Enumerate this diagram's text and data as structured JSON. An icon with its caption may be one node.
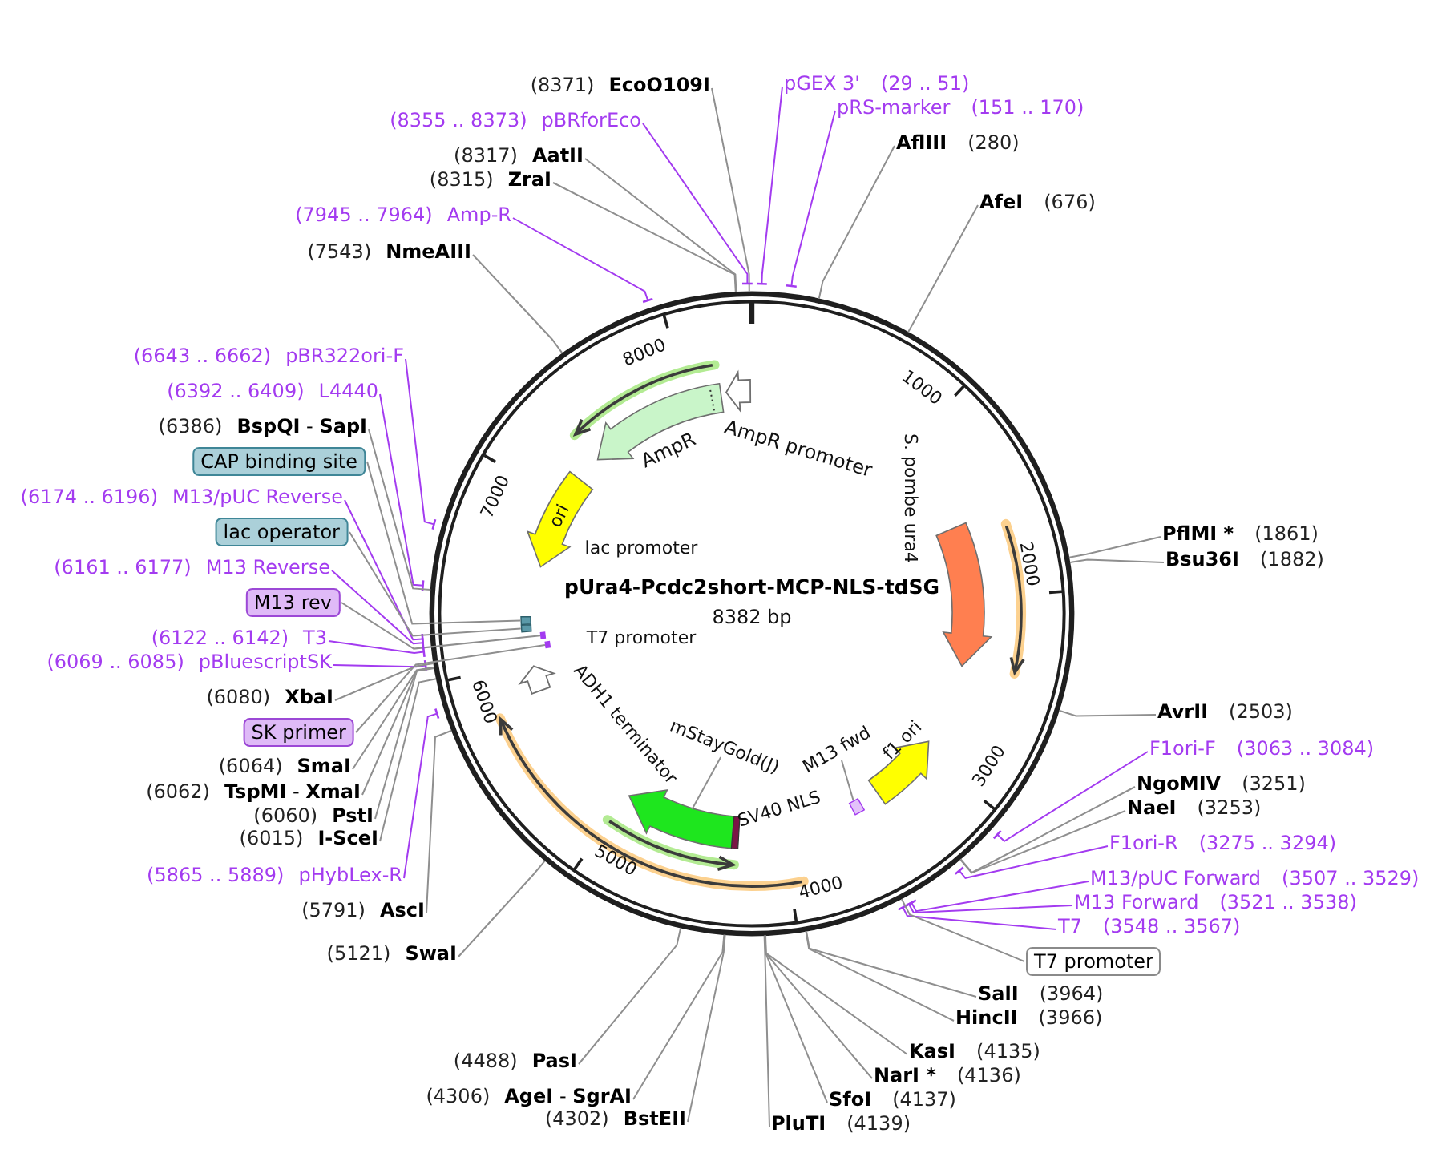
{
  "diagram": {
    "title": "pUra4-Pcdc2short-MCP-NLS-tdSG",
    "nodes": [
      {
        "text": [
          "(8371)",
          "EcoO109I"
        ]
      },
      {
        "text": [
          "pGEX 3'",
          "(29 .. 51)"
        ]
      },
      {
        "text": [
          "(8355 .. 8373)",
          "pBRforEco"
        ]
      },
      {
        "text": [
          "pRS-marker",
          "(151 .. 170)"
        ]
      },
      {
        "text": [
          "(8317)",
          "AatII"
        ]
      },
      {
        "text": [
          "AflIII",
          "(280)"
        ]
      },
      {
        "text": [
          "(8315)",
          "ZraI"
        ]
      },
      {
        "text": [
          "(7945 .. 7964)",
          "Amp-R"
        ]
      },
      {
        "text": [
          "AfeI",
          "(676)"
        ]
      },
      {
        "text": [
          "(7543)",
          "NmeAIII"
        ]
      },
      {
        "text": [
          "(6643 .. 6662)",
          "pBR322ori-F"
        ]
      },
      {
        "text": [
          "(6392 .. 6409)",
          "L4440"
        ]
      },
      {
        "text": [
          "(6386)",
          "**BspQI** - **SapI**"
        ]
      },
      {
        "text": [
          "CAP binding site"
        ]
      },
      {
        "text": [
          "(6174 .. 6196)",
          "M13/pUC Reverse"
        ]
      },
      {
        "text": [
          "lac operator"
        ]
      },
      {
        "text": [
          "(6161 .. 6177)",
          "M13 Reverse"
        ]
      },
      {
        "text": [
          "M13 rev"
        ]
      },
      {
        "text": [
          "(6122 .. 6142)",
          "T3"
        ]
      },
      {
        "text": [
          "(6069 .. 6085)",
          "pBluescriptSK"
        ]
      },
      {
        "text": [
          "(6080)",
          "XbaI"
        ]
      },
      {
        "text": [
          "SK primer"
        ]
      },
      {
        "text": [
          "(6064)",
          "SmaI"
        ]
      },
      {
        "text": [
          "(6062)",
          "**TspMI** - **XmaI**"
        ]
      },
      {
        "text": [
          "(6060)",
          "PstI"
        ]
      },
      {
        "text": [
          "(6015)",
          "I-SceI"
        ]
      },
      {
        "text": [
          "(5865 .. 5889)",
          "pHybLex-R"
        ]
      },
      {
        "text": [
          "(5791)",
          "AscI"
        ]
      },
      {
        "text": [
          "(5121)",
          "SwaI"
        ]
      },
      {
        "text": [
          "PflMI *",
          "(1861)"
        ]
      },
      {
        "text": [
          "Bsu36I",
          "(1882)"
        ]
      },
      {
        "text": [
          "AvrII",
          "(2503)"
        ]
      },
      {
        "text": [
          "F1ori-F",
          "(3063 .. 3084)"
        ]
      },
      {
        "text": [
          "NgoMIV",
          "(3251)"
        ]
      },
      {
        "text": [
          "NaeI",
          "(3253)"
        ]
      },
      {
        "text": [
          "F1ori-R",
          "(3275 .. 3294)"
        ]
      },
      {
        "text": [
          "M13/pUC Forward",
          "(3507 .. 3529)"
        ]
      },
      {
        "text": [
          "M13 Forward",
          "(3521 .. 3538)"
        ]
      },
      {
        "text": [
          "T7",
          "(3548 .. 3567)"
        ]
      },
      {
        "text": [
          "T7 promoter"
        ]
      },
      {
        "text": [
          "SalI",
          "(3964)"
        ]
      },
      {
        "text": [
          "HincII",
          "(3966)"
        ]
      },
      {
        "text": [
          "KasI",
          "(4135)"
        ]
      },
      {
        "text": [
          "NarI *",
          "(4136)"
        ]
      },
      {
        "text": [
          "SfoI",
          "(4137)"
        ]
      },
      {
        "text": [
          "PluTI",
          "(4139)"
        ]
      },
      {
        "text": [
          "(4488)",
          "PasI"
        ]
      },
      {
        "text": [
          "(4306)",
          "**AgeI** - **SgrAI**"
        ]
      },
      {
        "text": [
          "(4302)",
          "BstEII"
        ]
      },
      {
        "text": [
          "mStayGold(J)"
        ]
      },
      {
        "text": [
          "M13 fwd"
        ]
      },
      {
        "text": [],
        "shape": "bar"
      },
      {
        "text": [],
        "shape": "bar"
      },
      {
        "text": [],
        "shape": "bar"
      },
      {
        "text": [],
        "shape": "bar"
      },
      {
        "text": [],
        "shape": "bar"
      }
    ],
    "edges": [
      {
        "from": 0,
        "to": null,
        "arrow": "none"
      },
      {
        "from": 1,
        "to": null,
        "arrow": "other",
        "color": "#a33bf0"
      },
      {
        "from": 2,
        "to": null,
        "arrow": "other",
        "color": "#a33bf0"
      },
      {
        "from": 3,
        "to": null,
        "arrow": "other",
        "color": "#a33bf0"
      },
      {
        "from": 4,
        "to": null,
        "arrow": "none"
      },
      {
        "from": 5,
        "to": null,
        "arrow": "none"
      },
      {
        "from": 6,
        "to": null,
        "arrow": "none"
      },
      {
        "from": 7,
        "to": null,
        "arrow": "other",
        "color": "#a33bf0"
      },
      {
        "from": 8,
        "to": null,
        "arrow": "none"
      },
      {
        "from": 9,
        "to": null,
        "arrow": "none"
      },
      {
        "from": 10,
        "to": null,
        "arrow": "other",
        "color": "#a33bf0"
      },
      {
        "from": 11,
        "to": null,
        "arrow": "other",
        "color": "#a33bf0"
      },
      {
        "from": 12,
        "to": null,
        "arrow": "none"
      },
      {
        "from": 13,
        "to": 51,
        "arrow": "none"
      },
      {
        "from": 14,
        "to": null,
        "arrow": "other",
        "color": "#a33bf0"
      },
      {
        "from": 15,
        "to": 52,
        "arrow": "none"
      },
      {
        "from": 16,
        "to": null,
        "arrow": "other",
        "color": "#a33bf0"
      },
      {
        "from": 17,
        "to": 53,
        "arrow": "none"
      },
      {
        "from": 18,
        "to": null,
        "arrow": "other",
        "color": "#a33bf0"
      },
      {
        "from": 19,
        "to": null,
        "arrow": "other",
        "color": "#a33bf0"
      },
      {
        "from": 20,
        "to": null,
        "arrow": "none"
      },
      {
        "from": 21,
        "to": 54,
        "arrow": "none"
      },
      {
        "from": 22,
        "to": null,
        "arrow": "none"
      },
      {
        "from": 23,
        "to": null,
        "arrow": "none"
      },
      {
        "from": 24,
        "to": null,
        "arrow": "none"
      },
      {
        "from": 25,
        "to": null,
        "arrow": "none"
      },
      {
        "from": 26,
        "to": null,
        "arrow": "other",
        "color": "#a33bf0"
      },
      {
        "from": 27,
        "to": null,
        "arrow": "none"
      },
      {
        "from": 28,
        "to": null,
        "arrow": "none"
      },
      {
        "from": 29,
        "to": null,
        "arrow": "none"
      },
      {
        "from": 30,
        "to": null,
        "arrow": "none"
      },
      {
        "from": 31,
        "to": null,
        "arrow": "none"
      },
      {
        "from": 32,
        "to": null,
        "arrow": "other",
        "color": "#a33bf0"
      },
      {
        "from": 33,
        "to": null,
        "arrow": "none"
      },
      {
        "from": 34,
        "to": null,
        "arrow": "none"
      },
      {
        "from": 35,
        "to": null,
        "arrow": "other",
        "color": "#a33bf0"
      },
      {
        "from": 36,
        "to": null,
        "arrow": "other",
        "color": "#a33bf0"
      },
      {
        "from": 37,
        "to": null,
        "arrow": "other",
        "color": "#a33bf0"
      },
      {
        "from": 38,
        "to": null,
        "arrow": "other",
        "color": "#a33bf0"
      },
      {
        "from": 39,
        "to": null,
        "arrow": "none"
      },
      {
        "from": 40,
        "to": null,
        "arrow": "none"
      },
      {
        "from": 41,
        "to": null,
        "arrow": "none"
      },
      {
        "from": 42,
        "to": null,
        "arrow": "none"
      },
      {
        "from": 43,
        "to": null,
        "arrow": "none"
      },
      {
        "from": 44,
        "to": null,
        "arrow": "none"
      },
      {
        "from": 45,
        "to": null,
        "arrow": "none"
      },
      {
        "from": 46,
        "to": null,
        "arrow": "none"
      },
      {
        "from": 47,
        "to": null,
        "arrow": "none"
      },
      {
        "from": 48,
        "to": null,
        "arrow": "none"
      },
      {
        "from": 49,
        "to": null,
        "arrow": "none"
      },
      {
        "from": 50,
        "to": 55,
        "arrow": "none"
      }
    ],
    "labels": [
      "8000",
      "1000",
      "AmpR promoter",
      "AmpR",
      "7000",
      "ori",
      "2000",
      "lac promoter",
      "S. pombe ura4",
      "8382 bp",
      "T7 promoter",
      "6000",
      "ADH1 terminator",
      "f1 ori",
      "SV40 NLS",
      "3000",
      "5000",
      "4000"
    ]
  }
}
